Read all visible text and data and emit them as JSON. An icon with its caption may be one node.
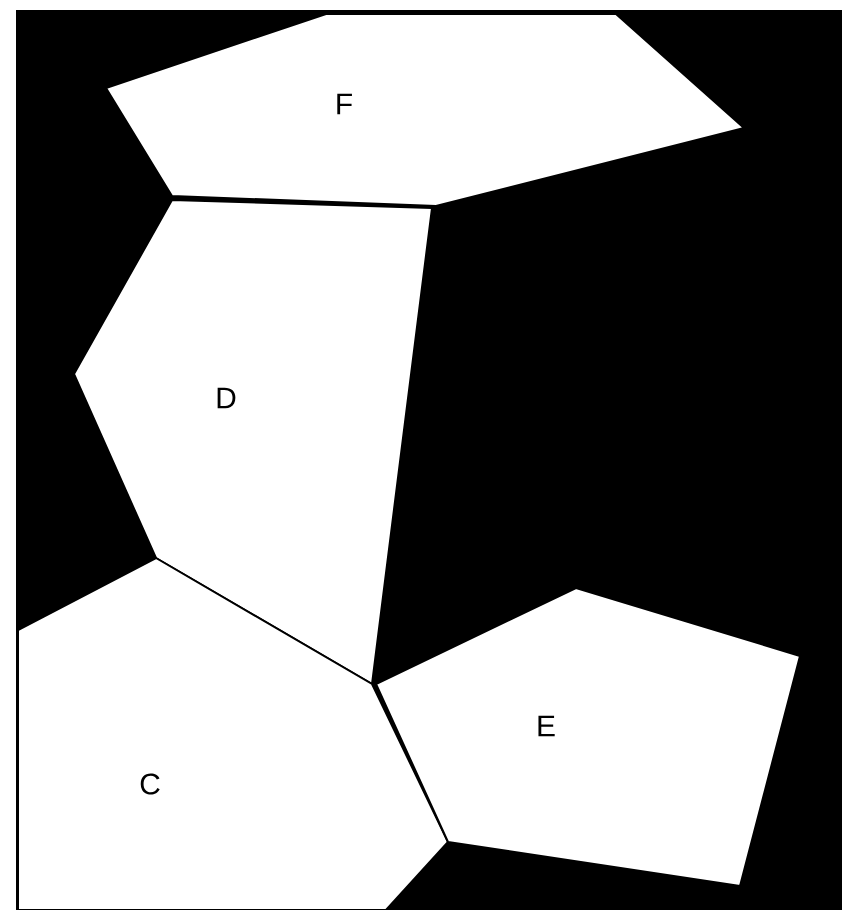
{
  "diagram": {
    "nodes": [
      {
        "text": [
          "F"
        ]
      },
      {
        "text": [
          "D"
        ]
      },
      {
        "text": [
          "C"
        ]
      },
      {
        "text": [
          "E"
        ]
      }
    ]
  }
}
